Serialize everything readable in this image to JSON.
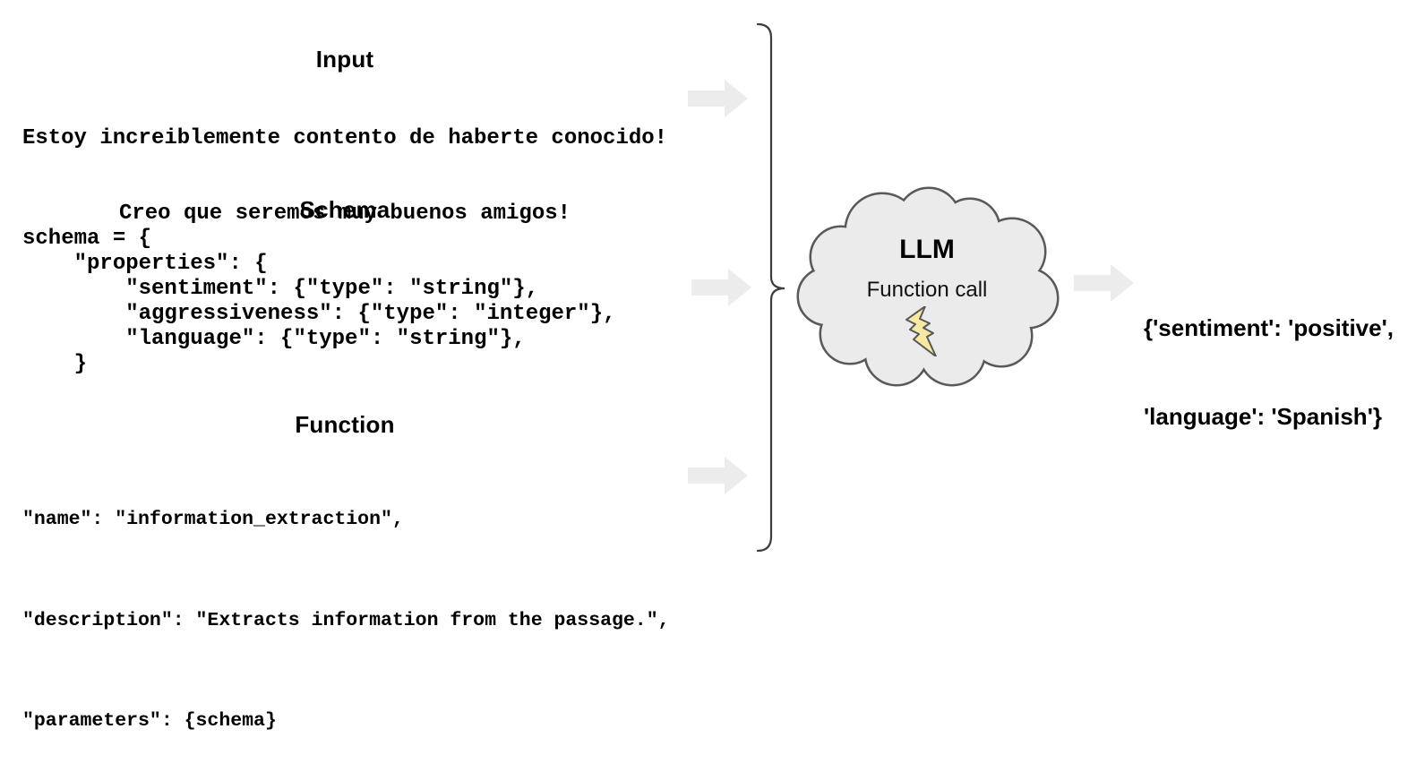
{
  "sections": {
    "input": {
      "title": "Input",
      "lines": [
        "Estoy increiblemente contento de haberte conocido!",
        "Creo que seremos muy buenos amigos!"
      ]
    },
    "schema": {
      "title": "Schema",
      "code": "schema = {\n    \"properties\": {\n        \"sentiment\": {\"type\": \"string\"},\n        \"aggressiveness\": {\"type\": \"integer\"},\n        \"language\": {\"type\": \"string\"},\n    }"
    },
    "function": {
      "title": "Function",
      "lines": [
        "\"name\": \"information_extraction\",",
        "\"description\": \"Extracts information from the passage.\",",
        "\"parameters\": {schema}"
      ]
    }
  },
  "llm": {
    "title": "LLM",
    "subtitle": "Function call",
    "icon": "lightning-bolt-icon"
  },
  "output": {
    "lines": [
      "{'sentiment': 'positive',",
      "'language': 'Spanish'}"
    ]
  },
  "colors": {
    "arrow_fill": "#ececec",
    "cloud_fill": "#ebebeb",
    "cloud_stroke": "#595959",
    "bolt_fill": "#f7e9a3",
    "bolt_stroke": "#595959",
    "brace_stroke": "#3d3d3d",
    "text": "#000000"
  }
}
